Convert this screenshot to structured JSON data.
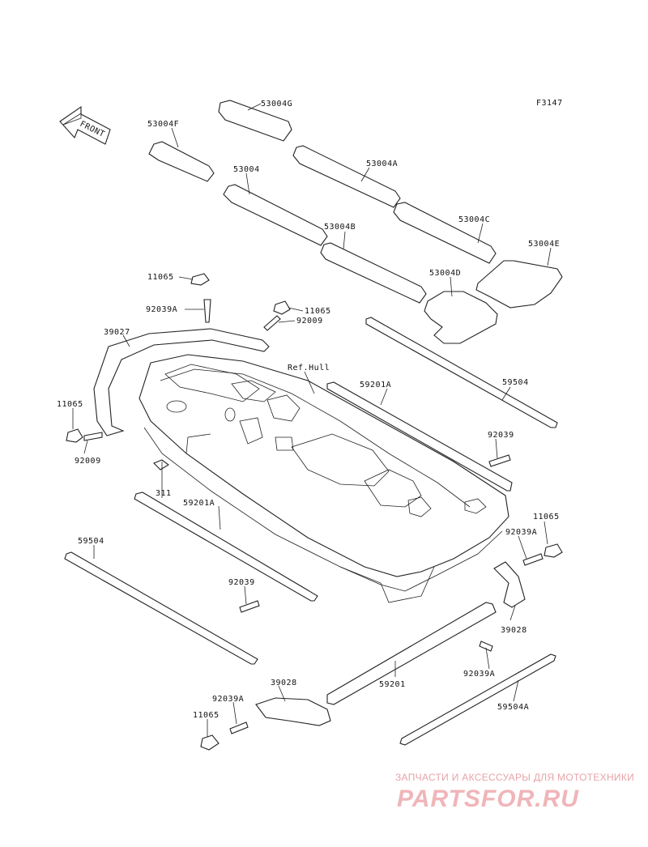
{
  "figure_code": "F3147",
  "front_label": "FRONT",
  "ref_label": "Ref.Hull",
  "labels": {
    "l_53004G": "53004G",
    "l_53004F": "53004F",
    "l_53004": "53004",
    "l_53004A": "53004A",
    "l_53004B": "53004B",
    "l_53004C": "53004C",
    "l_53004D": "53004D",
    "l_53004E": "53004E",
    "l_11065_a": "11065",
    "l_92039A_a": "92039A",
    "l_11065_b": "11065",
    "l_92009_a": "92009",
    "l_39027": "39027",
    "l_11065_c": "11065",
    "l_92009_b": "92009",
    "l_59201A_a": "59201A",
    "l_59504_a": "59504",
    "l_92039_a": "92039",
    "l_311": "311",
    "l_59201A_b": "59201A",
    "l_59504_b": "59504",
    "l_11065_d": "11065",
    "l_92039A_b": "92039A",
    "l_92039_b": "92039",
    "l_39028_a": "39028",
    "l_92039A_c": "92039A",
    "l_39028_b": "39028",
    "l_59201": "59201",
    "l_59504A": "59504A",
    "l_92039A_d": "92039A",
    "l_11065_e": "11065"
  },
  "watermark": {
    "tagline": "ЗАПЧАСТИ И АКСЕССУАРЫ ДЛЯ МОТОТЕХНИКИ",
    "brand": "PARTSFOR.RU",
    "color": "#e7a3a8"
  }
}
